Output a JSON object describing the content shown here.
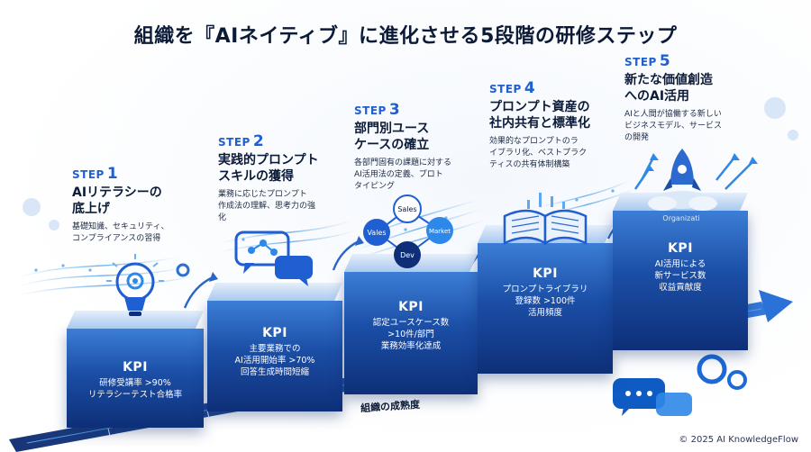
{
  "title": "組織を『AIネイティブ』に進化させる5段階の研修ステップ",
  "axis_label": "組織の成熟度",
  "footer": "© 2025 AI KnowledgeFlow",
  "step_word": "STEP",
  "kpi_word": "KPI",
  "colors": {
    "accent": "#1f5fd1",
    "block_dark": "#0e2f78",
    "block_light": "#3c7ed6"
  },
  "steps": [
    {
      "num": "1",
      "head_lines": [
        "AIリテラシーの",
        "底上げ"
      ],
      "desc_lines": [
        "基礎知識、セキュリティ、",
        "コンプライアンスの習得"
      ],
      "kpi_lines": [
        "研修受講率 >90%",
        "リテラシーテスト合格率"
      ],
      "icon": "lightbulb-gear-icon"
    },
    {
      "num": "2",
      "head_lines": [
        "実践的プロンプト",
        "スキルの獲得"
      ],
      "desc_lines": [
        "業務に応じたプロンプト",
        "作成法の理解、思考力の強",
        "化"
      ],
      "kpi_lines": [
        "主要業務での",
        "AI活用開始率 >70%",
        "回答生成時間短縮"
      ],
      "icon": "chat-bubbles-icon"
    },
    {
      "num": "3",
      "head_lines": [
        "部門別ユース",
        "ケースの確立"
      ],
      "desc_lines": [
        "各部門固有の課題に対する",
        "AI活用法の定義、プロト",
        "タイピング"
      ],
      "kpi_lines": [
        "認定ユースケース数",
        ">10件/部門",
        "業務効率化達成"
      ],
      "icon": "department-network-icon",
      "nodes": [
        "Sales",
        "Vales",
        "Market",
        "Dev"
      ]
    },
    {
      "num": "4",
      "head_lines": [
        "プロンプト資産の",
        "社内共有と標準化"
      ],
      "desc_lines": [
        "効果的なプロンプトのラ",
        "イブラリ化、ベストプラク",
        "ティスの共有体制構築"
      ],
      "kpi_lines": [
        "プロンプトライブラリ",
        "登録数 >100件",
        "活用頻度"
      ],
      "icon": "open-book-icon"
    },
    {
      "num": "5",
      "head_lines": [
        "新たな価値創造",
        "へのAI活用"
      ],
      "desc_lines": [
        "AIと人間が協働する新しい",
        "ビジネスモデル、サービス",
        "の開発"
      ],
      "kpi_lines": [
        "AI活用による",
        "新サービス数",
        "収益貢献度"
      ],
      "icon": "rocket-icon",
      "badge": "Organizati"
    }
  ]
}
